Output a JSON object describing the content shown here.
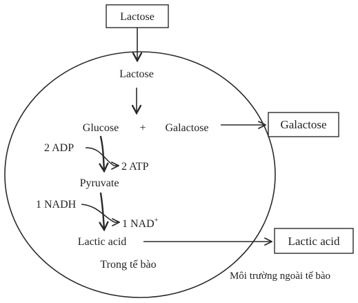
{
  "diagram": {
    "outside_lactose": "Lactose",
    "inside_lactose": "Lactose",
    "glucose": "Glucose",
    "plus": "+",
    "galactose_inside": "Galactose",
    "galactose_outside": "Galactose",
    "adp": "2 ADP",
    "atp": "2 ATP",
    "pyruvate": "Pyruvate",
    "nadh": "1 NADH",
    "nad": "1 NAD",
    "nad_charge": "+",
    "lactic_inside": "Lactic acid",
    "lactic_outside": "Lactic acid",
    "inside_caption": "Trong tế bào",
    "outside_caption": "Môi trường ngoài tế bào"
  }
}
